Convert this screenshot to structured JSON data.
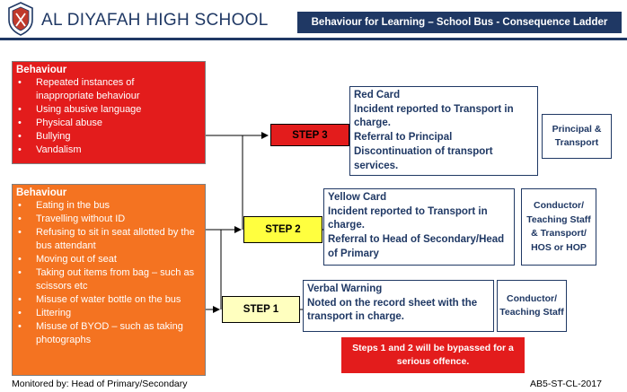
{
  "header": {
    "school_name": "AL DIYAFAH HIGH SCHOOL",
    "banner": "Behaviour for Learning – School Bus - Consequence Ladder"
  },
  "behaviour_serious": {
    "title": "Behaviour",
    "items": [
      "Repeated instances of",
      "inappropriate behaviour",
      "Using abusive language",
      "Physical abuse",
      "Bullying",
      "Vandalism"
    ]
  },
  "behaviour_minor": {
    "title": "Behaviour",
    "items": [
      "Eating in the bus",
      "Travelling without ID",
      "Refusing to sit in seat allotted by the bus attendant",
      "Moving out of seat",
      "Taking out items from bag – such as scissors etc",
      "Misuse of water bottle on the bus",
      "Littering",
      "Misuse of  BYOD – such as taking photographs"
    ]
  },
  "steps": {
    "step3": "STEP 3",
    "step2": "STEP 2",
    "step1": "STEP 1"
  },
  "red_card": {
    "title": "Red Card",
    "lines": [
      "Incident reported to Transport in charge.",
      "Referral to Principal",
      "Discontinuation of transport services."
    ]
  },
  "yellow_card": {
    "title": "Yellow Card",
    "lines": [
      "Incident reported to Transport in charge.",
      "Referral to Head of Secondary/Head of Primary"
    ]
  },
  "verbal_warning": {
    "title": "Verbal Warning",
    "lines": [
      "Noted on the record sheet with the transport in charge."
    ]
  },
  "responsible": {
    "step3": "Principal & Transport",
    "step2": "Conductor/ Teaching Staff & Transport/ HOS or HOP",
    "step1": "Conductor/ Teaching Staff"
  },
  "note": "Steps 1 and 2  will be bypassed for a serious offence.",
  "footer": {
    "monitored_by": "Monitored by: Head of Primary/Secondary",
    "code": "AB5-ST-CL-2017"
  },
  "colors": {
    "navy": "#1f3864",
    "red": "#e31c1c",
    "orange": "#f47321",
    "yellow": "#ffff3f",
    "pale_yellow": "#ffffbf"
  }
}
